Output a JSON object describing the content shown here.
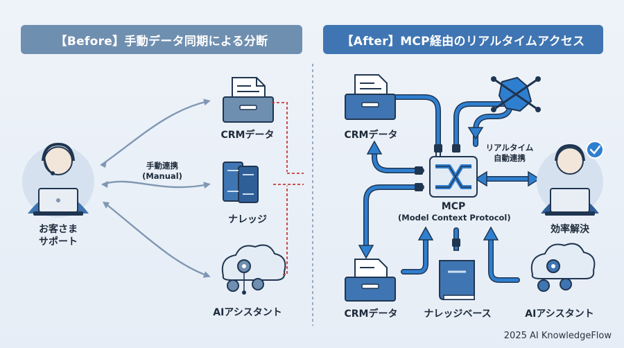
{
  "before": {
    "header": "【Before】手動データ同期による分断",
    "agent_label": "お客さま\nサポート",
    "manual_label": "手動連携\n(Manual)",
    "crm_label": "CRMデータ",
    "knowledge_label": "ナレッジ",
    "ai_label": "AIアシスタント"
  },
  "after": {
    "header": "【After】MCP経由のリアルタイムアクセス",
    "crm_top_label": "CRMデータ",
    "crm_bottom_label": "CRMデータ",
    "realtime_label": "リアルタイム\n自動連携",
    "mcp_label": "MCP",
    "mcp_sub_label": "(Model Context Protocol)",
    "efficiency_label": "効率解決",
    "knowledge_base_label": "ナレッジベース",
    "ai_label": "AIアシスタント"
  },
  "footer": "2025 AI KnowledgeFlow",
  "colors": {
    "before_header": "#6f8fb0",
    "after_header": "#3f75b2",
    "pipe_blue": "#2f7fd0",
    "manual_arrow": "#7f97b3",
    "dashed_red": "#c43a3a",
    "icon_outline": "#1f3550"
  }
}
